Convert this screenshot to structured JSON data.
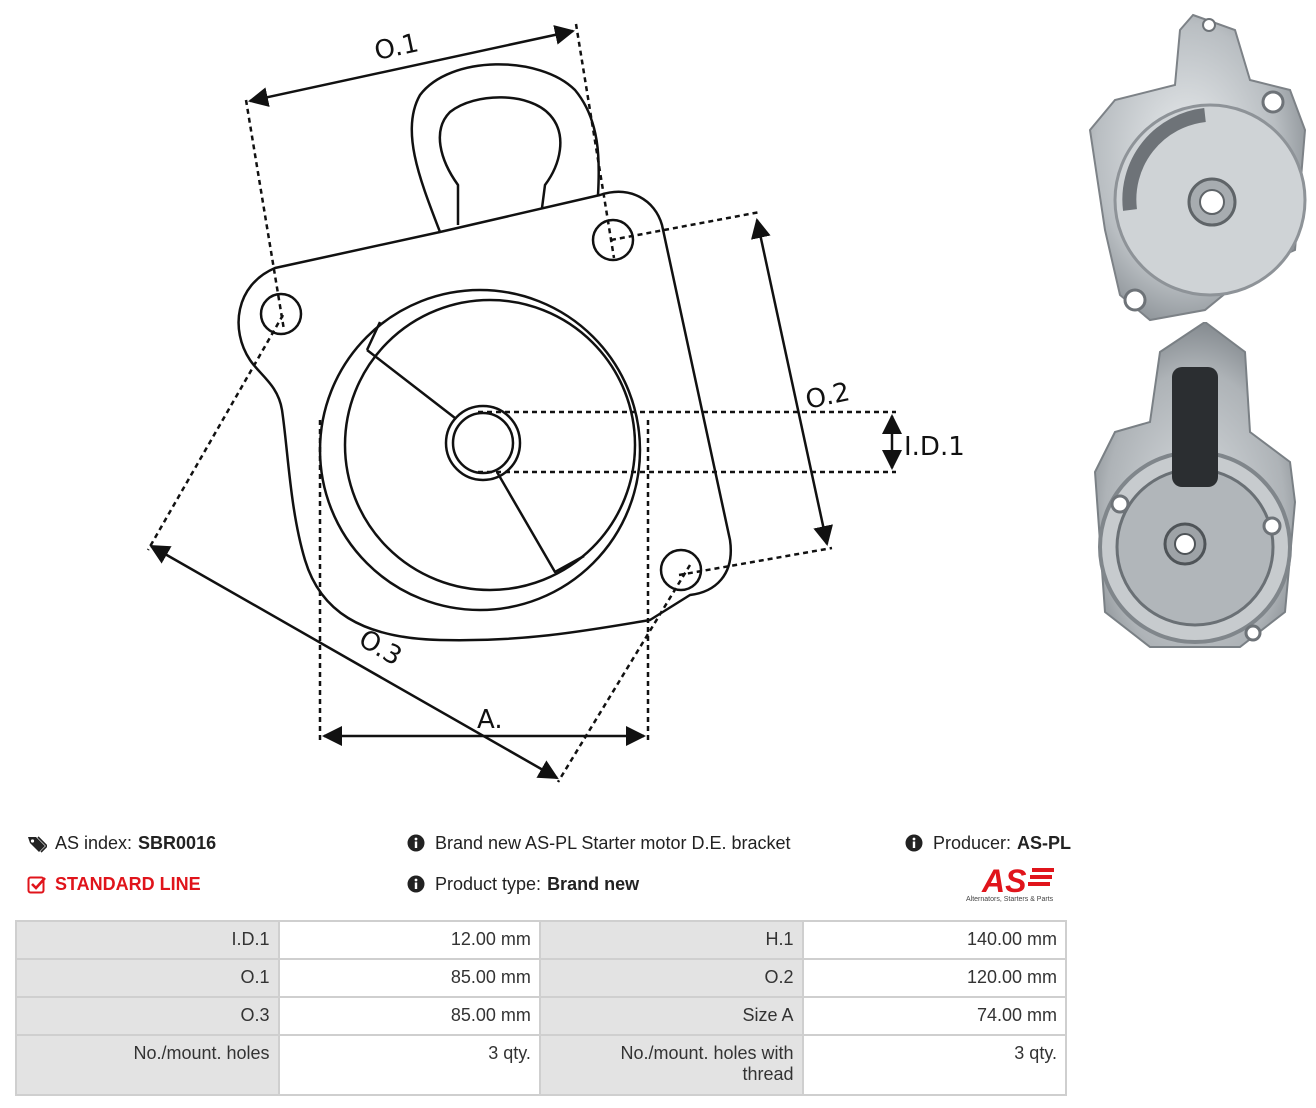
{
  "diagram": {
    "labels": {
      "o1": "O.1",
      "o2": "O.2",
      "o3": "O.3",
      "id1": "I.D.1",
      "a": "A."
    }
  },
  "photos": [
    {
      "icon": "bracket-front-photo"
    },
    {
      "icon": "bracket-back-photo"
    }
  ],
  "info": {
    "index_label": "AS index:",
    "index_value": "SBR0016",
    "standard_line": "STANDARD LINE",
    "description": "Brand new AS-PL Starter motor D.E. bracket",
    "product_type_label": "Product type:",
    "product_type_value": "Brand new",
    "producer_label": "Producer:",
    "producer_value": "AS-PL",
    "logo_text": "AS",
    "logo_tagline": "Alternators, Starters & Parts"
  },
  "colors": {
    "standard_line": "#e0141b",
    "label_cell_bg": "#e3e3e3",
    "border": "#cfcfcf"
  },
  "specs": {
    "rows": [
      {
        "l1": "I.D.1",
        "v1": "12.00 mm",
        "l2": "H.1",
        "v2": "140.00 mm"
      },
      {
        "l1": "O.1",
        "v1": "85.00 mm",
        "l2": "O.2",
        "v2": "120.00 mm"
      },
      {
        "l1": "O.3",
        "v1": "85.00 mm",
        "l2": "Size A",
        "v2": "74.00 mm"
      },
      {
        "l1": "No./mount. holes",
        "v1": "3 qty.",
        "l2": "No./mount. holes with thread",
        "v2": "3 qty."
      }
    ]
  }
}
